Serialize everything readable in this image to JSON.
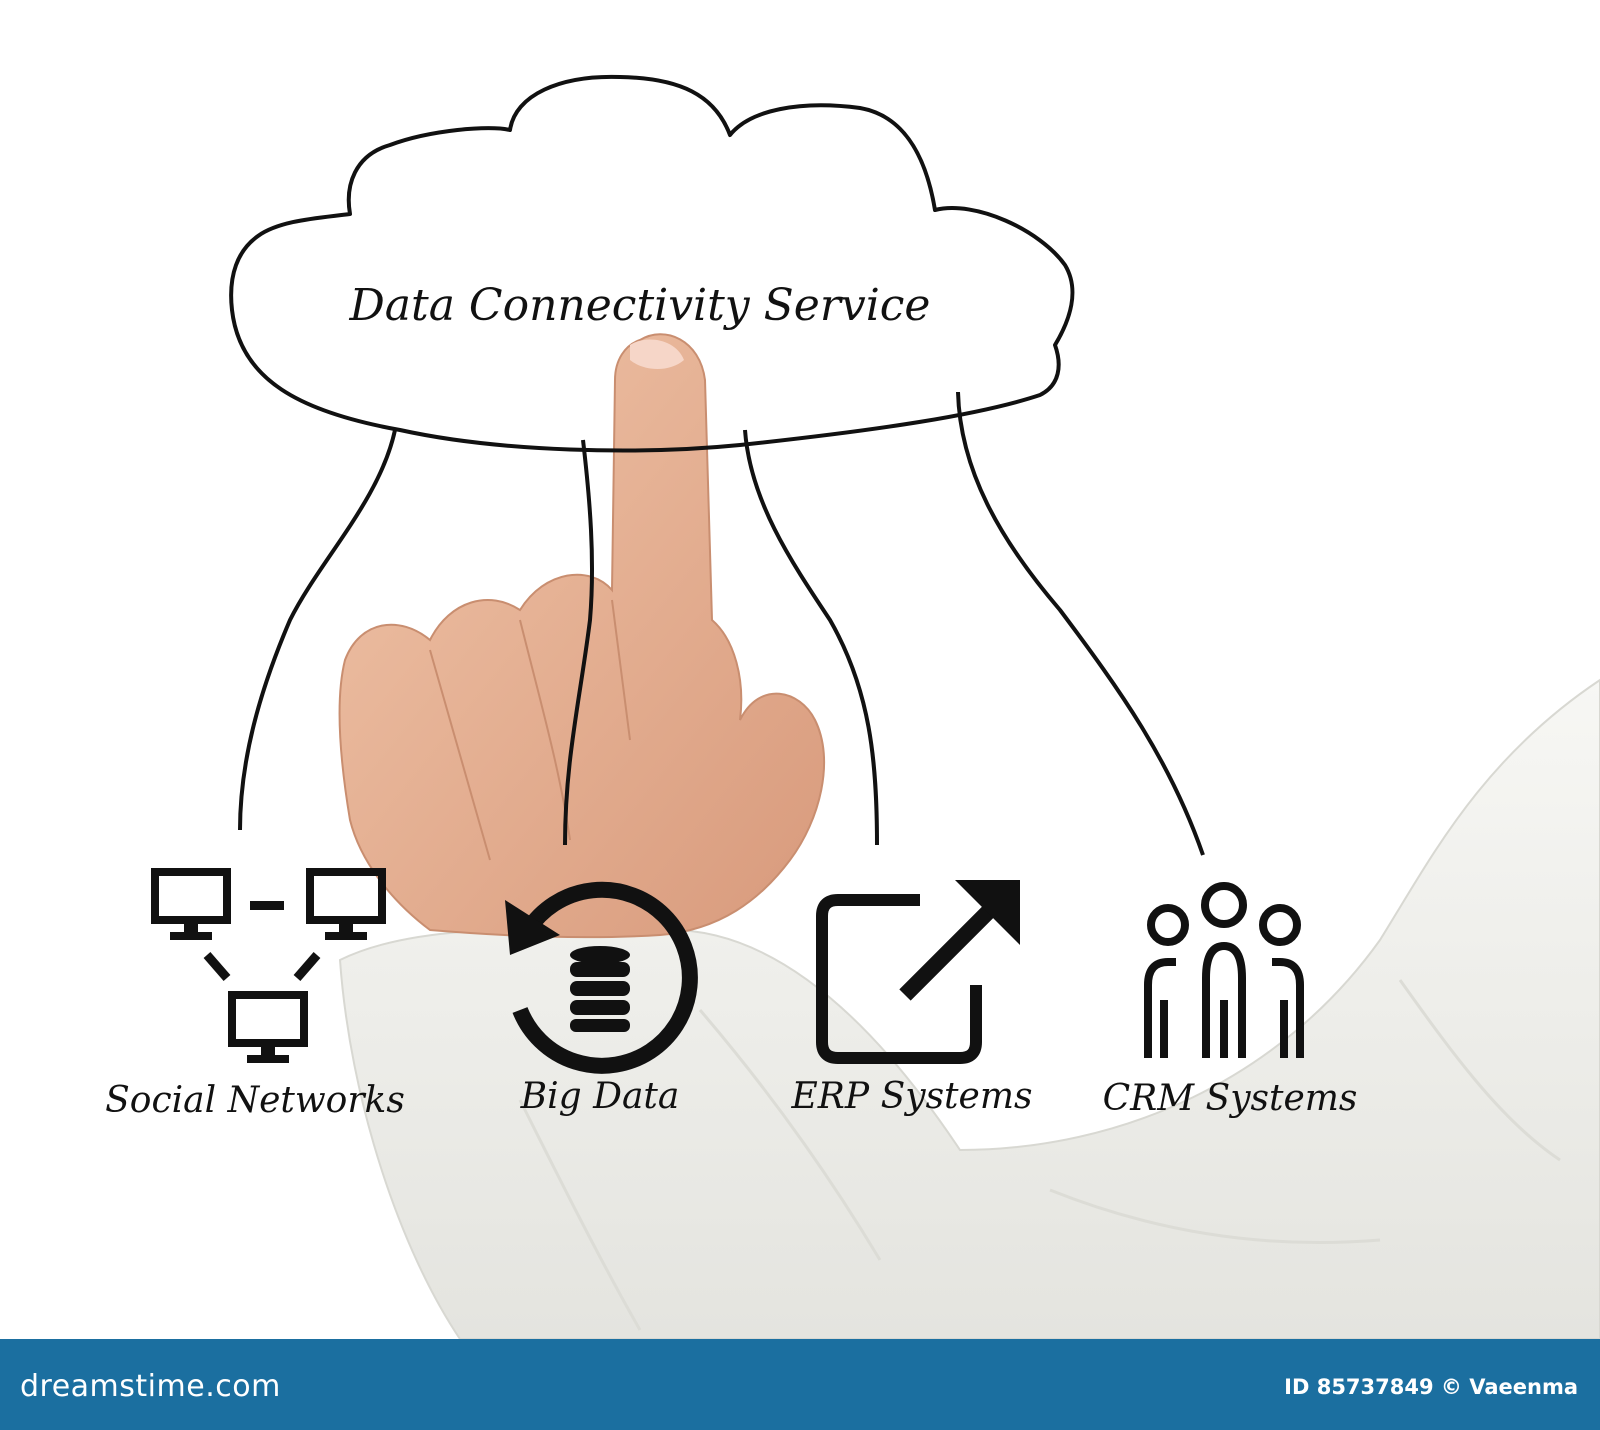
{
  "diagram": {
    "cloud_label": "Data Connectivity Service",
    "nodes": [
      {
        "id": "social",
        "label": "Social Networks",
        "icon": "network-computers-icon"
      },
      {
        "id": "bigdata",
        "label": "Big Data",
        "icon": "database-sync-icon"
      },
      {
        "id": "erp",
        "label": "ERP Systems",
        "icon": "external-link-icon"
      },
      {
        "id": "crm",
        "label": "CRM Systems",
        "icon": "people-group-icon"
      }
    ]
  },
  "footer": {
    "brand": "dreamstime.com",
    "credit": "ID 85737849 © Vaeenma"
  },
  "colors": {
    "ink": "#111111",
    "footer_bg": "#1b6fa0",
    "sleeve": "#f1f1ee",
    "skin": "#e9b596"
  }
}
